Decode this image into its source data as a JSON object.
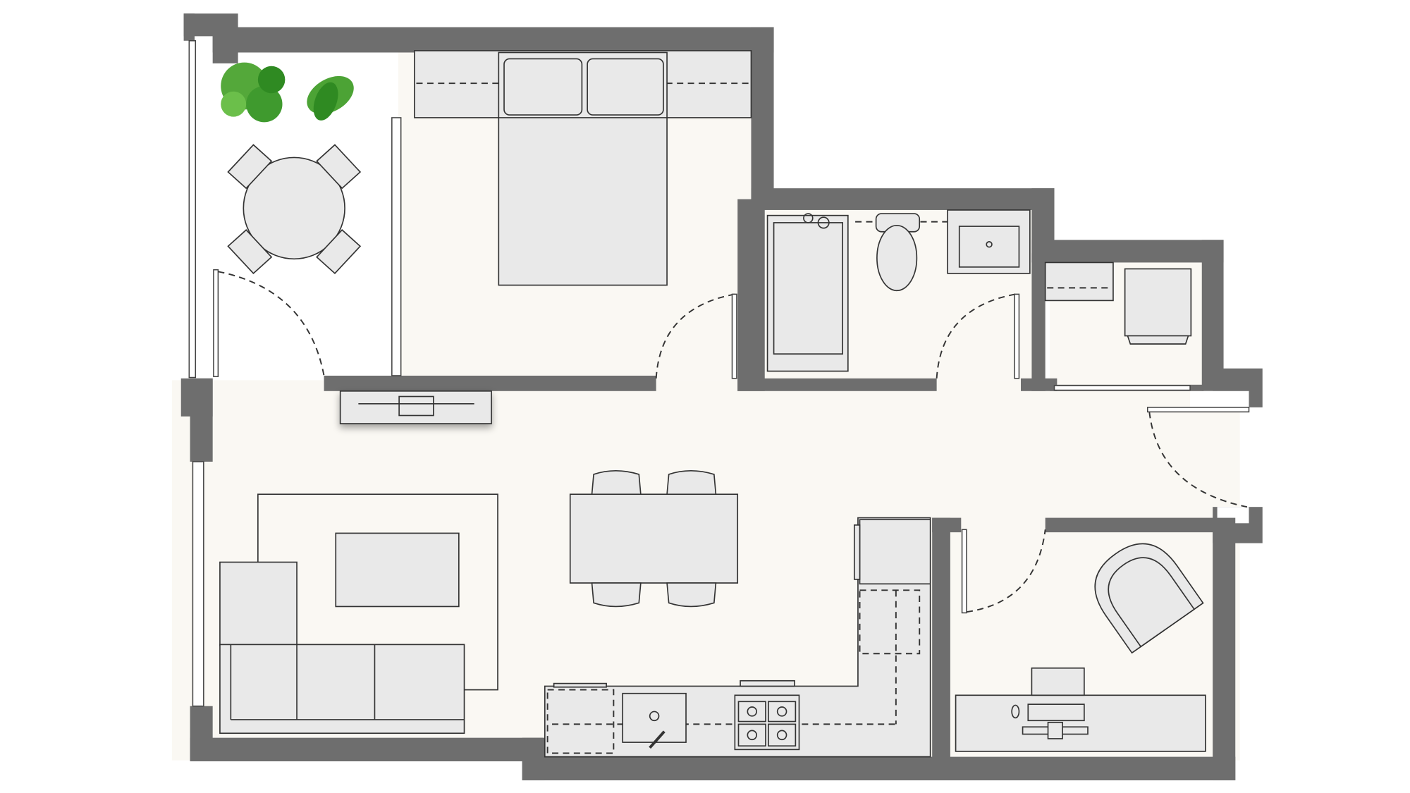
{
  "plan": {
    "colors": {
      "wall": "#6e6e6e",
      "floor": "#faf8f3",
      "furniture": "#e9e9e9",
      "plant": "#3f9a2e"
    },
    "rooms": [
      "balcony",
      "bedroom",
      "bathroom",
      "laundry",
      "living-room",
      "dining",
      "kitchen",
      "study",
      "entry"
    ]
  }
}
